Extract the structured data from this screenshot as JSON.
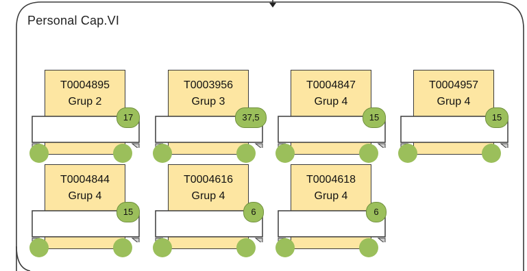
{
  "container": {
    "title": "Personal Cap.VI"
  },
  "cards": [
    {
      "id": "T0004895",
      "group": "Grup 2",
      "badge": "17"
    },
    {
      "id": "T0003956",
      "group": "Grup 3",
      "badge": "37,5"
    },
    {
      "id": "T0004847",
      "group": "Grup 4",
      "badge": "15"
    },
    {
      "id": "T0004957",
      "group": "Grup 4",
      "badge": "15"
    },
    {
      "id": "T0004844",
      "group": "Grup 4",
      "badge": "15"
    },
    {
      "id": "T0004616",
      "group": "Grup 4",
      "badge": "6"
    },
    {
      "id": "T0004618",
      "group": "Grup 4",
      "badge": "6"
    }
  ],
  "colors": {
    "note": "#fde6a2",
    "badge": "#9bbf5b",
    "border": "#3a3a3a"
  }
}
